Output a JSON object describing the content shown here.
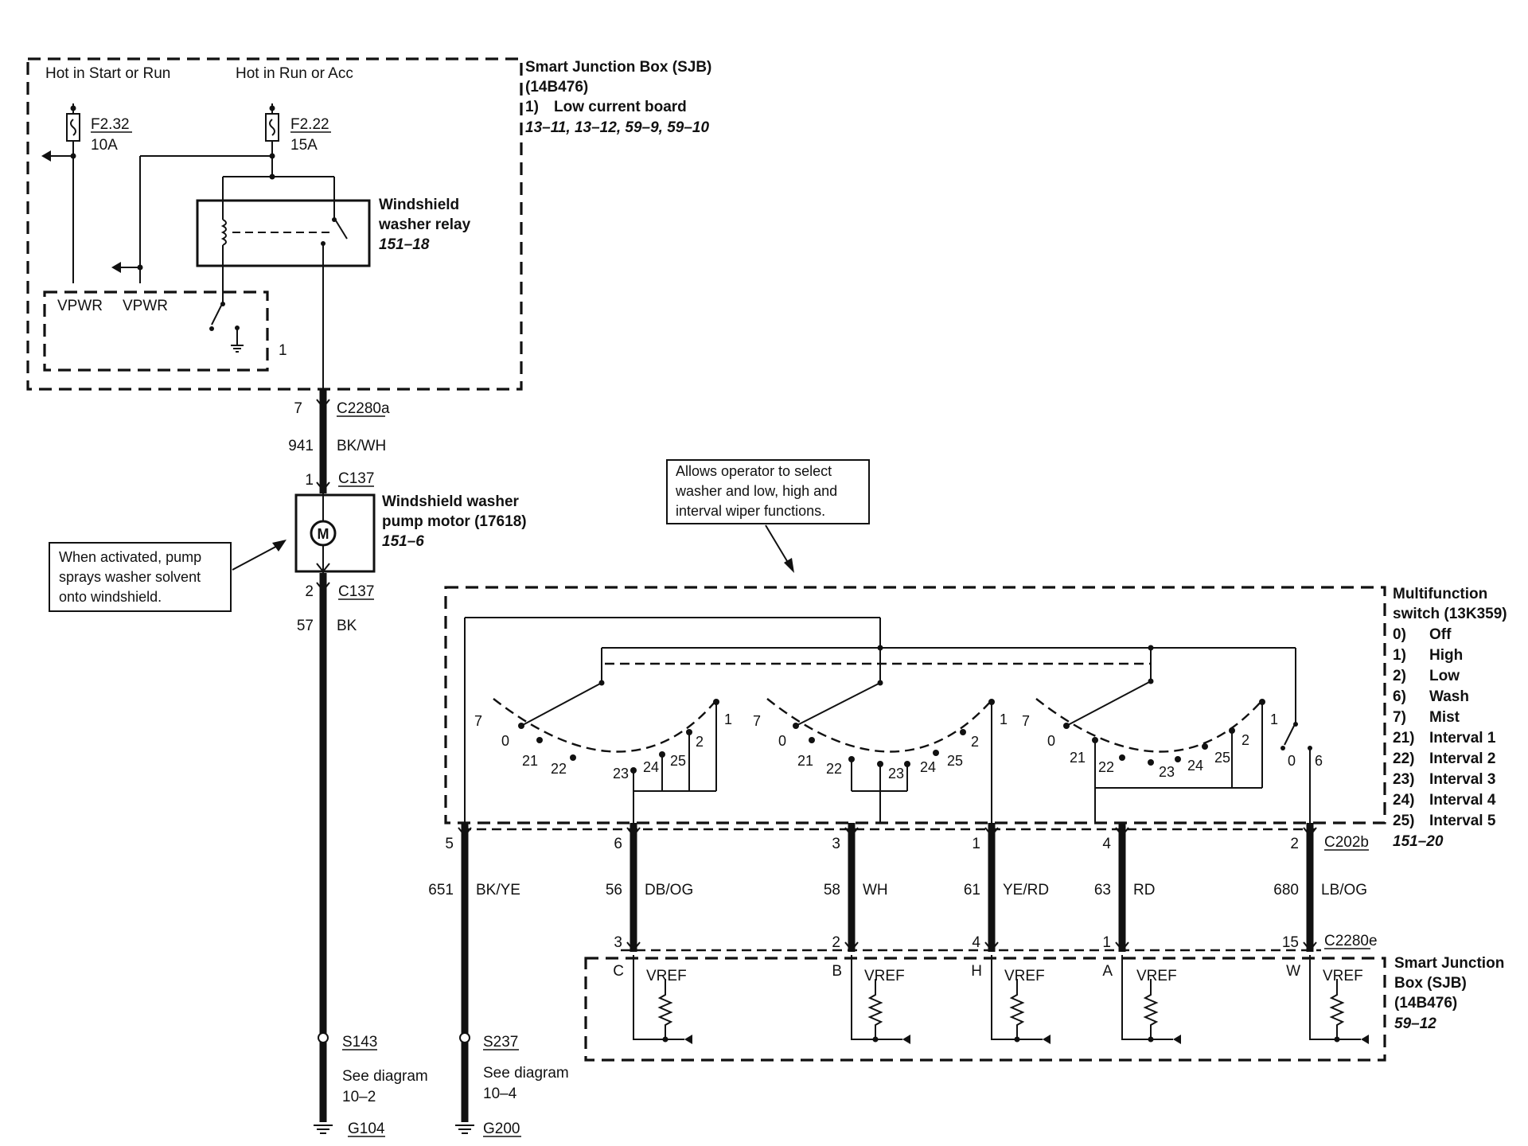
{
  "sjb_top": {
    "hot_start_run": "Hot in Start or Run",
    "hot_run_acc": "Hot in Run or Acc",
    "fuse1": {
      "id": "F2.32",
      "rating": "10A"
    },
    "fuse2": {
      "id": "F2.22",
      "rating": "15A"
    },
    "vpwr1": "VPWR",
    "vpwr2": "VPWR",
    "module_number": "1",
    "title1": "Smart Junction Box (SJB)",
    "title2": "(14B476)",
    "note_num": "1)",
    "note_text": "Low current board",
    "refs": "13–11, 13–12, 59–9, 59–10"
  },
  "relay": {
    "label1": "Windshield",
    "label2": "washer relay",
    "ref": "151–18"
  },
  "conn_c2280a": {
    "pin": "7",
    "name": "C2280a"
  },
  "wire_941": {
    "circuit": "941",
    "color": "BK/WH"
  },
  "conn_c137_top": {
    "pin": "1",
    "name": "C137"
  },
  "pump": {
    "symbol": "M",
    "label1": "Windshield washer",
    "label2": "pump motor (17618)",
    "ref": "151–6"
  },
  "pump_note": [
    "When activated, pump",
    "sprays washer solvent",
    "onto windshield."
  ],
  "conn_c137_bot": {
    "pin": "2",
    "name": "C137"
  },
  "wire_57": {
    "circuit": "57",
    "color": "BK"
  },
  "splice_s143": {
    "id": "S143",
    "see": "See diagram",
    "diagram": "10–2",
    "ground": "G104"
  },
  "splice_s237": {
    "id": "S237",
    "see": "See diagram",
    "diagram": "10–4",
    "ground": "G200"
  },
  "mf_note": [
    "Allows operator to select",
    "washer and low, high and",
    "interval wiper functions."
  ],
  "mf_switch": {
    "title1": "Multifunction",
    "title2": "switch (13K359)",
    "positions": [
      {
        "num": "0)",
        "name": "Off"
      },
      {
        "num": "1)",
        "name": "High"
      },
      {
        "num": "2)",
        "name": "Low"
      },
      {
        "num": "6)",
        "name": "Wash"
      },
      {
        "num": "7)",
        "name": "Mist"
      },
      {
        "num": "21)",
        "name": "Interval 1"
      },
      {
        "num": "22)",
        "name": "Interval 2"
      },
      {
        "num": "23)",
        "name": "Interval 3"
      },
      {
        "num": "24)",
        "name": "Interval 4"
      },
      {
        "num": "25)",
        "name": "Interval 5"
      }
    ],
    "ref": "151–20"
  },
  "switch_labels": {
    "s1": {
      "p7": "7",
      "p0": "0",
      "p1": "1",
      "p2": "2",
      "p21": "21",
      "p22": "22",
      "p23": "23",
      "p24": "24",
      "p25": "25"
    },
    "s2": {
      "p7": "7",
      "p0": "0",
      "p1": "1",
      "p2": "2",
      "p21": "21",
      "p22": "22",
      "p23": "23",
      "p24": "24",
      "p25": "25"
    },
    "s3": {
      "p7": "7",
      "p0": "0",
      "p1": "1",
      "p2": "2",
      "p21": "21",
      "p22": "22",
      "p23": "23",
      "p24": "24",
      "p25": "25"
    },
    "wash_off": "0",
    "wash_on": "6"
  },
  "c202b": {
    "name": "C202b"
  },
  "c2280e": {
    "name": "C2280e"
  },
  "circuits": [
    {
      "top_pin": "5",
      "circuit": "651",
      "color": "BK/YE"
    },
    {
      "top_pin": "6",
      "circuit": "56",
      "color": "DB/OG",
      "bot_pin": "3",
      "sjb_pin": "C",
      "vref": "VREF"
    },
    {
      "top_pin": "3",
      "circuit": "58",
      "color": "WH",
      "bot_pin": "2",
      "sjb_pin": "B",
      "vref": "VREF"
    },
    {
      "top_pin": "1",
      "circuit": "61",
      "color": "YE/RD",
      "bot_pin": "4",
      "sjb_pin": "H",
      "vref": "VREF"
    },
    {
      "top_pin": "4",
      "circuit": "63",
      "color": "RD",
      "bot_pin": "1",
      "sjb_pin": "A",
      "vref": "VREF"
    },
    {
      "top_pin": "2",
      "circuit": "680",
      "color": "LB/OG",
      "bot_pin": "15",
      "sjb_pin": "W",
      "vref": "VREF"
    }
  ],
  "sjb_bottom": {
    "title1": "Smart Junction",
    "title2": "Box (SJB)",
    "title3": "(14B476)",
    "ref": "59–12"
  }
}
